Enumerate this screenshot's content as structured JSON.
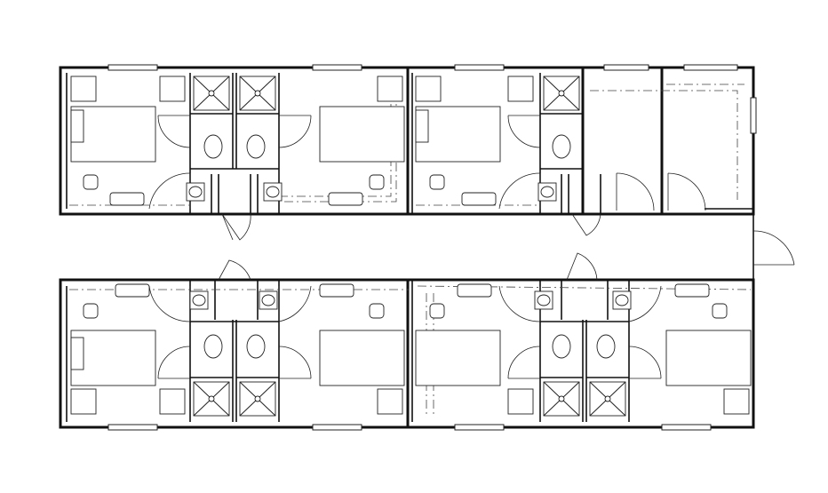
{
  "drawing": {
    "kind": "floor-plan",
    "units": {
      "top_row": [
        "bedroom",
        "bedroom",
        "bedroom",
        "storage",
        "storage"
      ],
      "bottom_row": [
        "bedroom",
        "bedroom",
        "bedroom",
        "bedroom"
      ]
    },
    "colors": {
      "line": "#111111",
      "background": "#ffffff"
    }
  }
}
